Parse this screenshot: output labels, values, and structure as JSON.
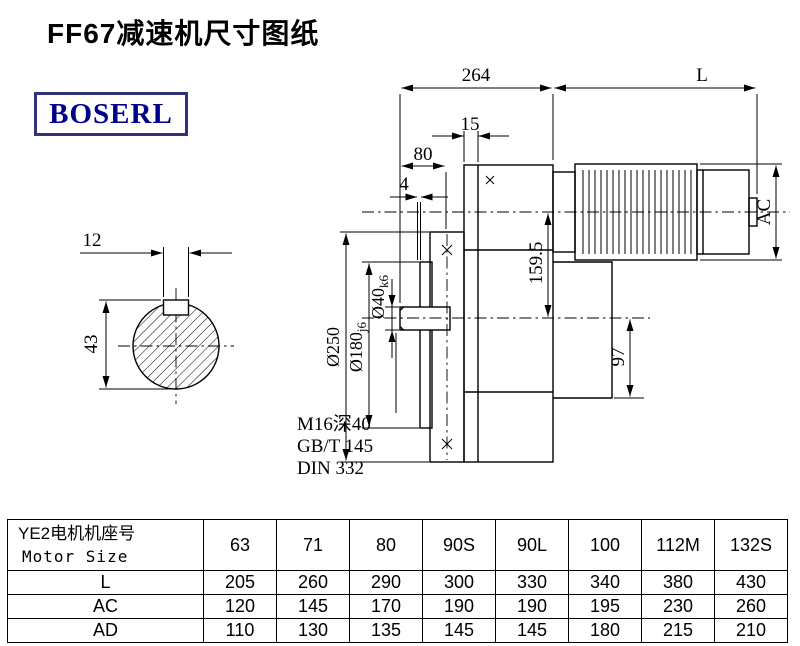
{
  "page": {
    "title": "FF67减速机尺寸图纸",
    "logo_text": "BOSERL"
  },
  "drawing": {
    "dim_264": "264",
    "dim_L": "L",
    "dim_15": "15",
    "dim_80": "80",
    "dim_4": "4",
    "dim_12": "12",
    "dim_43": "43",
    "dia_250": "Ø250",
    "dia_180": "Ø180",
    "dia_180_tol": "j6",
    "dia_40": "Ø40",
    "dia_40_tol": "k6",
    "dim_159_5": "159.5",
    "dim_97": "97",
    "dim_AC": "AC",
    "note_1": "M16深40",
    "note_2": "GB/T 145",
    "note_3": "DIN 332"
  },
  "table": {
    "motor_label_cn": "YE2电机机座号",
    "motor_label_en": "Motor Size",
    "sizes": [
      "63",
      "71",
      "80",
      "90S",
      "90L",
      "100",
      "112M",
      "132S"
    ],
    "rows": [
      {
        "label": "L",
        "values": [
          "205",
          "260",
          "290",
          "300",
          "330",
          "340",
          "380",
          "430"
        ]
      },
      {
        "label": "AC",
        "values": [
          "120",
          "145",
          "170",
          "190",
          "190",
          "195",
          "230",
          "260"
        ]
      },
      {
        "label": "AD",
        "values": [
          "110",
          "130",
          "135",
          "145",
          "145",
          "180",
          "215",
          "210"
        ]
      }
    ]
  }
}
